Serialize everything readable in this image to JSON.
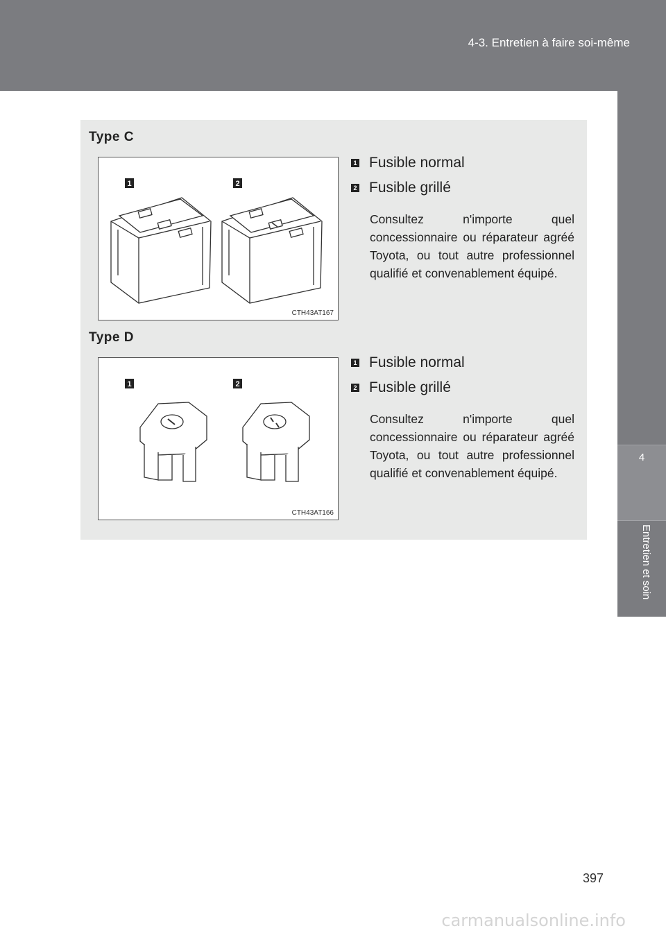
{
  "header": {
    "section_title": "4-3. Entretien à faire soi-même"
  },
  "side_tab": {
    "chapter_number": "4",
    "chapter_label": "Entretien et soin"
  },
  "type_c": {
    "title": "Type C",
    "image_code": "CTH43AT167",
    "callouts": [
      "1",
      "2"
    ],
    "legend": [
      {
        "num": "1",
        "label": "Fusible normal"
      },
      {
        "num": "2",
        "label": "Fusible grillé"
      }
    ],
    "note": "Consultez n'importe quel concessionnaire ou réparateur agréé Toyota, ou tout autre professionnel qualifié et convenablement équipé."
  },
  "type_d": {
    "title": "Type D",
    "image_code": "CTH43AT166",
    "callouts": [
      "1",
      "2"
    ],
    "legend": [
      {
        "num": "1",
        "label": "Fusible normal"
      },
      {
        "num": "2",
        "label": "Fusible grillé"
      }
    ],
    "note": "Consultez n'importe quel concessionnaire ou réparateur agréé Toyota, ou tout autre professionnel qualifié et convenablement équipé."
  },
  "footer": {
    "page_number": "397",
    "watermark": "carmanualsonline.info"
  }
}
